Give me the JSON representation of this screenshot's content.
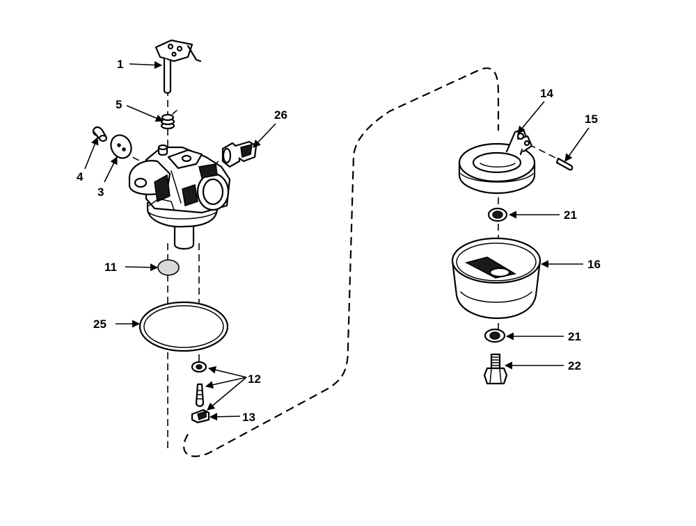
{
  "callouts": {
    "c1": "1",
    "c3": "3",
    "c4": "4",
    "c5": "5",
    "c11": "11",
    "c12": "12",
    "c13": "13",
    "c14": "14",
    "c15": "15",
    "c16": "16",
    "c21a": "21",
    "c21b": "21",
    "c22": "22",
    "c25": "25",
    "c26": "26"
  }
}
